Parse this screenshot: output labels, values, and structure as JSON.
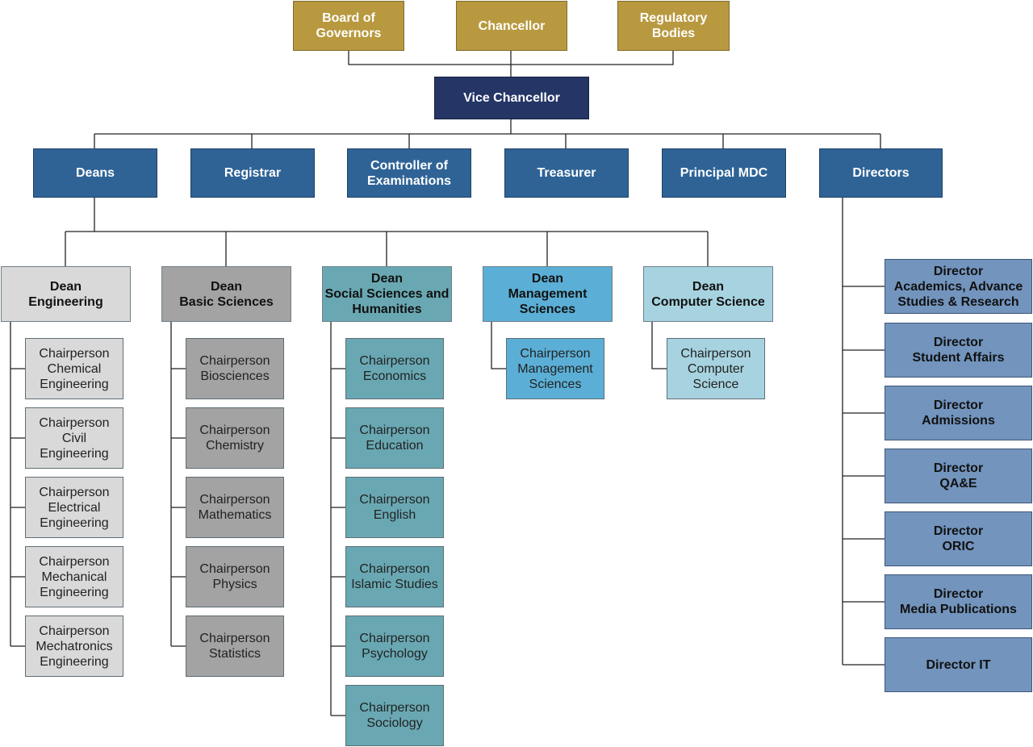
{
  "top": [
    {
      "id": "bog",
      "label": "Board  of\nGovernors"
    },
    {
      "id": "chancellor",
      "label": "Chancellor"
    },
    {
      "id": "regulatory",
      "label": "Regulatory\nBodies"
    }
  ],
  "vice_chancellor": {
    "label": "Vice Chancellor"
  },
  "level2": [
    {
      "id": "deans",
      "label": "Deans"
    },
    {
      "id": "registrar",
      "label": "Registrar"
    },
    {
      "id": "controller",
      "label": "Controller of\nExaminations"
    },
    {
      "id": "treasurer",
      "label": "Treasurer"
    },
    {
      "id": "principal-mdc",
      "label": "Principal MDC"
    },
    {
      "id": "directors",
      "label": "Directors"
    }
  ],
  "deans": [
    {
      "id": "engineering",
      "label": "Dean\nEngineering",
      "color": "#d9d9d9",
      "chairs": [
        "Chairperson\nChemical\nEngineering",
        "Chairperson\nCivil\nEngineering",
        "Chairperson\nElectrical\nEngineering",
        "Chairperson\nMechanical\nEngineering",
        "Chairperson\nMechatronics\nEngineering"
      ]
    },
    {
      "id": "basic-sciences",
      "label": "Dean\nBasic Sciences",
      "color": "#a3a3a3",
      "chairs": [
        "Chairperson\nBiosciences",
        "Chairperson\nChemistry",
        "Chairperson\nMathematics",
        "Chairperson\nPhysics",
        "Chairperson\nStatistics"
      ]
    },
    {
      "id": "social-sciences",
      "label": "Dean\nSocial Sciences and\nHumanities",
      "color": "#69a8b3",
      "chairs": [
        "Chairperson\nEconomics",
        "Chairperson\nEducation",
        "Chairperson\nEnglish",
        "Chairperson\nIslamic Studies",
        "Chairperson\nPsychology",
        "Chairperson\nSociology"
      ]
    },
    {
      "id": "management",
      "label": "Dean\nManagement\nSciences",
      "color": "#5bafd6",
      "chairs": [
        "Chairperson\nManagement\nSciences"
      ]
    },
    {
      "id": "computer-science",
      "label": "Dean\nComputer Science",
      "color": "#a7d3e0",
      "chairs": [
        "Chairperson\nComputer\nScience"
      ]
    }
  ],
  "directors": [
    "Director\nAcademics, Advance\nStudies & Research",
    "Director\nStudent Affairs",
    "Director\nAdmissions",
    "Director\nQA&E",
    "Director\nORIC",
    "Director\nMedia Publications",
    "Director IT"
  ]
}
